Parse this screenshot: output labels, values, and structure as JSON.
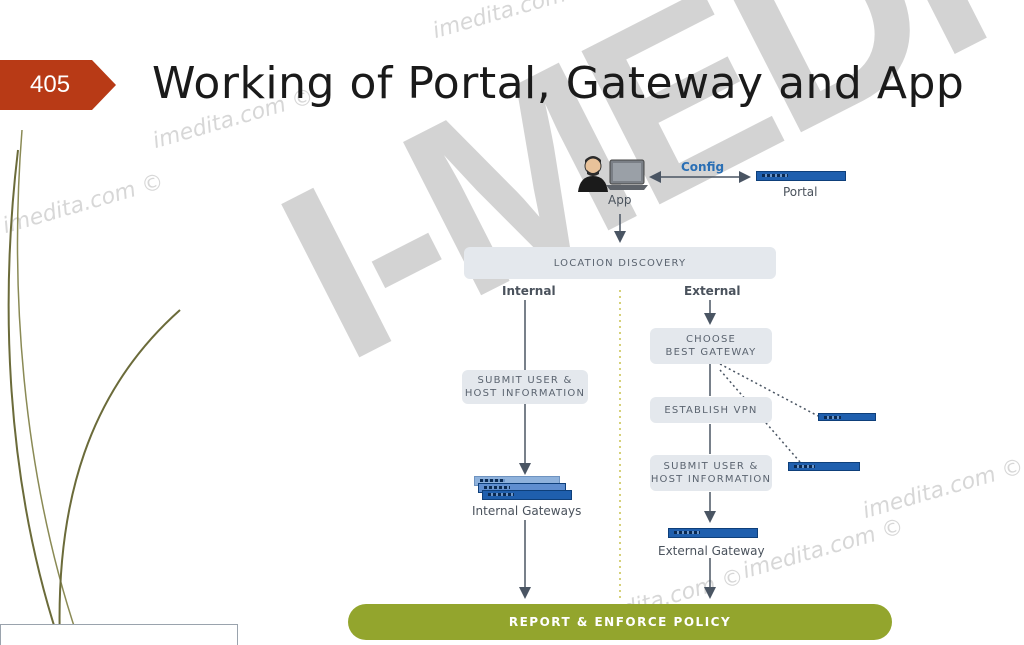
{
  "slide": {
    "number": "405",
    "title": "Working of Portal, Gateway and App"
  },
  "watermarks": {
    "small": "imedita.com ©",
    "big": "I-MEDITA"
  },
  "diagram": {
    "app_label": "App",
    "config_label": "Config",
    "portal_label": "Portal",
    "location_discovery": "LOCATION DISCOVERY",
    "internal_label": "Internal",
    "external_label": "External",
    "choose_best_gateway": [
      "CHOOSE",
      "BEST GATEWAY"
    ],
    "establish_vpn": "ESTABLISH VPN",
    "submit_internal": [
      "SUBMIT USER &",
      "HOST INFORMATION"
    ],
    "submit_external": [
      "SUBMIT USER &",
      "HOST INFORMATION"
    ],
    "internal_gateways_label": "Internal Gateways",
    "external_gateway_label": "External Gateway",
    "report_enforce": "REPORT & ENFORCE POLICY"
  },
  "colors": {
    "badge": "#b83a16",
    "device_blue": "#1f5fae",
    "policy_green": "#93a52d",
    "config_blue": "#2a6fb5"
  }
}
